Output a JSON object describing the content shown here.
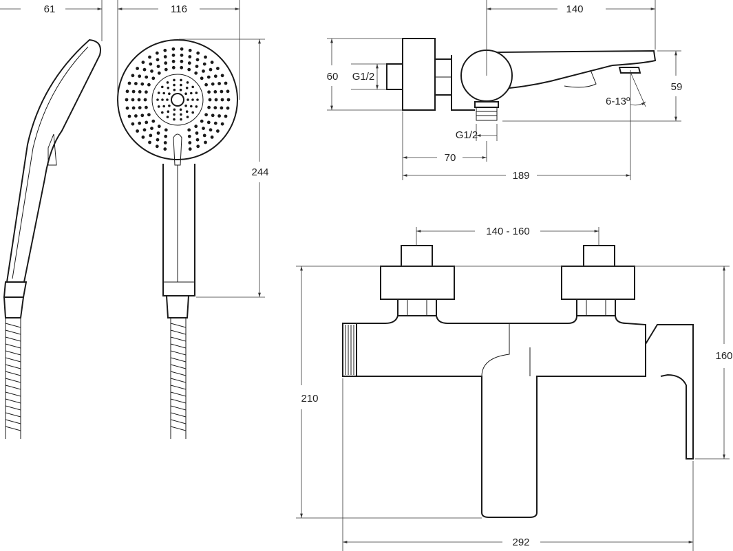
{
  "drawing": {
    "handshower_side": {
      "width_label": "61"
    },
    "handshower_front": {
      "width_label": "116",
      "height_label": "244"
    },
    "mixer_side": {
      "spout_length_label": "140",
      "flange_height_label": "60",
      "inlet_thread_label": "G1/2",
      "spout_height_label": "59",
      "angle_label": "6-13º",
      "outlet_thread_label": "G1/2",
      "inlet_depth_label": "70",
      "total_depth_label": "189"
    },
    "mixer_front": {
      "centers_label": "140 - 160",
      "handle_height_label": "160",
      "total_height_label": "210",
      "total_width_label": "292"
    }
  }
}
